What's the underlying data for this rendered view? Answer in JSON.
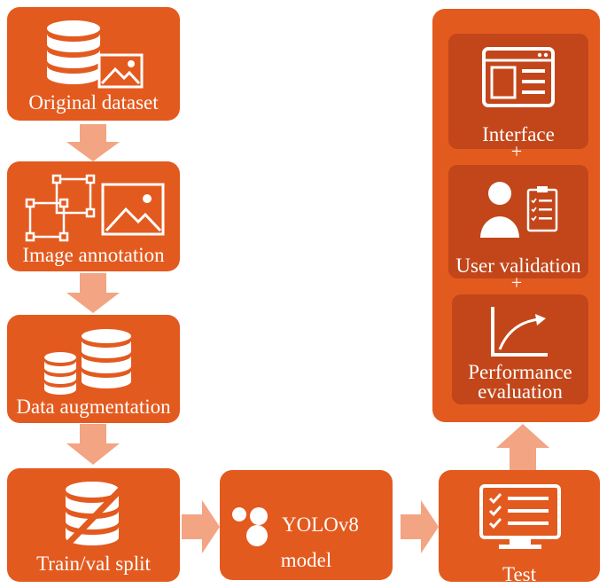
{
  "steps": {
    "original_dataset": "Original dataset",
    "image_annotation": "Image annotation",
    "data_augmentation": "Data augmentation",
    "train_val_split": "Train/val split",
    "model_line1": "YOLOv8",
    "model_line2": "model",
    "test": "Test"
  },
  "test_panel": {
    "interface": "Interface",
    "user_validation": "User validation",
    "performance_line1": "Performance",
    "performance_line2": "evaluation",
    "plus": "+"
  },
  "colors": {
    "box": "#e35a1f",
    "inner_box": "#c2461a",
    "arrow": "#f3a483",
    "text": "#ffffff"
  },
  "icons": [
    "database-image-icon",
    "annotation-icon",
    "databases-icon",
    "database-split-icon",
    "yolo-logo-icon",
    "monitor-checklist-icon",
    "interface-window-icon",
    "user-clipboard-icon",
    "growth-chart-icon"
  ]
}
